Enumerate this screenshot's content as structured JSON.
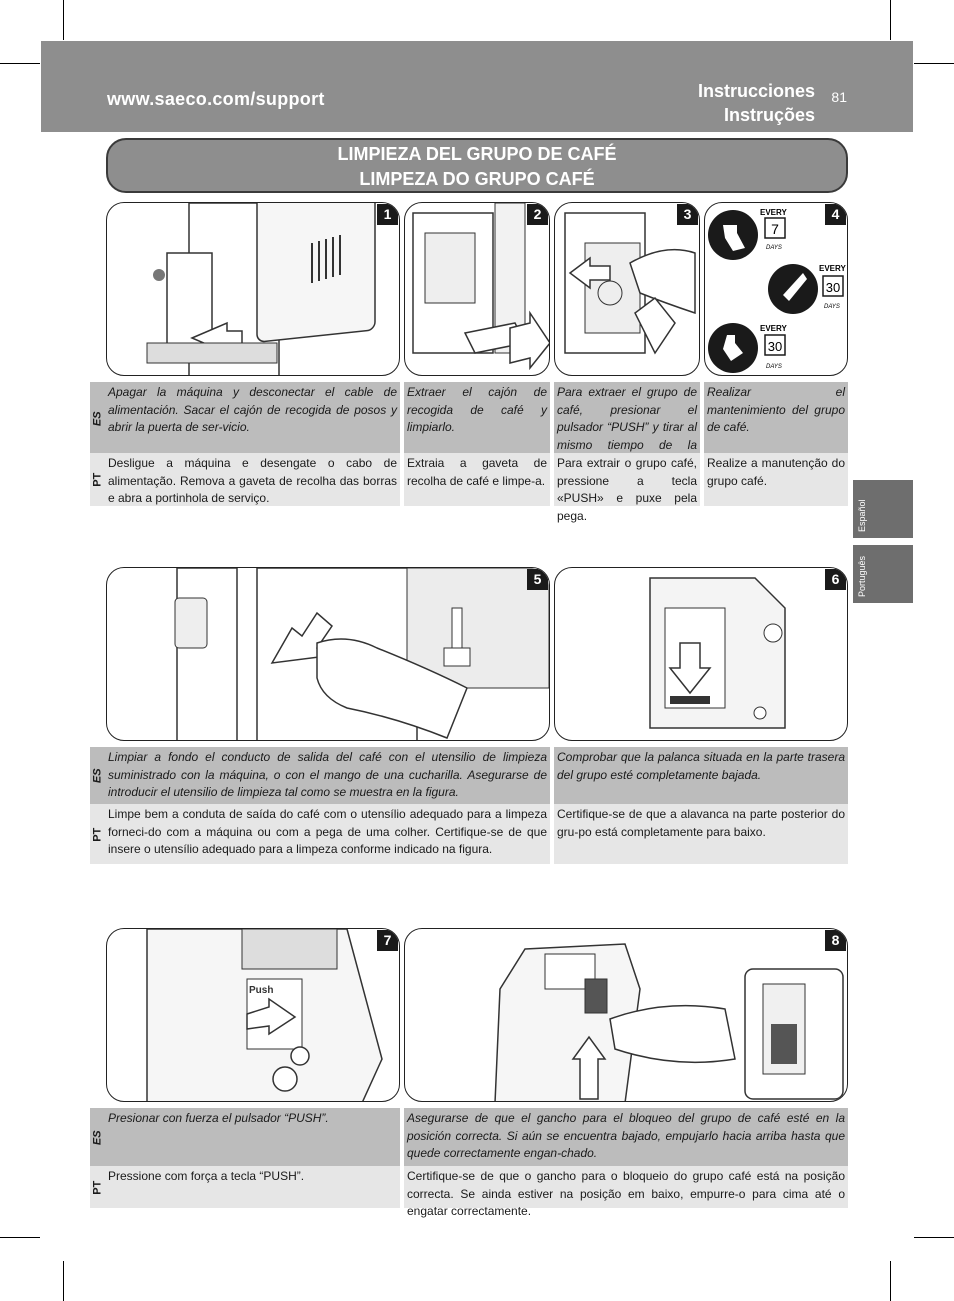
{
  "header": {
    "url": "www.saeco.com/support",
    "title_es": "Instrucciones",
    "title_pt": "Instruções",
    "page_number": "81"
  },
  "section": {
    "title_es": "LIMPIEZA DEL GRUPO DE CAFÉ",
    "title_pt": "LIMPEZA DO GRUPO CAFÉ"
  },
  "language_labels": {
    "es": "ES",
    "pt": "PT"
  },
  "side_tabs": {
    "es": "Español",
    "pt": "Português"
  },
  "maintenance_icons": {
    "every_label": "EVERY",
    "days_label": "DAYS",
    "interval_1": "7",
    "interval_2": "30",
    "interval_3": "30"
  },
  "steps": [
    {
      "number": "1",
      "es": "Apagar la máquina y desconectar el cable de alimentación. Sacar el cajón de recogida de posos y abrir la puerta de ser-vicio.",
      "pt": "Desligue a máquina e desengate o cabo de alimentação. Remova a gaveta de recolha das borras e abra a portinhola de serviço."
    },
    {
      "number": "2",
      "es": "Extraer el cajón de recogida de café y limpiarlo.",
      "pt": "Extraia a gaveta de recolha de café e limpe-a."
    },
    {
      "number": "3",
      "es": "Para extraer el grupo de café, presionar el pulsador “PUSH” y tirar al mismo tiempo de la empuñadura.",
      "pt": "Para extrair o grupo café, pressione a tecla «PUSH» e puxe pela pega."
    },
    {
      "number": "4",
      "es": "Realizar el mantenimiento del grupo de café.",
      "pt": "Realize a manutenção do grupo café."
    },
    {
      "number": "5",
      "es": "Limpiar a fondo el conducto de salida del café con el utensilio de limpieza suministrado con la máquina, o con el mango de una cucharilla. Asegurarse de introducir el utensilio de limpieza tal como se muestra en la figura.",
      "pt": "Limpe bem a conduta de saída do café com o utensílio adequado para a limpeza forneci-do com a máquina ou com a pega de uma colher. Certifique-se de que insere o utensílio adequado para a limpeza conforme indicado na figura."
    },
    {
      "number": "6",
      "es": "Comprobar que la palanca situada en la parte trasera del grupo esté completamente bajada.",
      "pt": "Certifique-se de que a alavanca na parte posterior do gru-po está completamente para baixo."
    },
    {
      "number": "7",
      "es": "Presionar con fuerza el pulsador “PUSH”.",
      "pt": "Pressione com força a tecla “PUSH”."
    },
    {
      "number": "8",
      "es": "Asegurarse de que el gancho para el bloqueo del grupo de café esté en la posición correcta. Si aún se encuentra bajado, empujarlo hacia arriba hasta que quede correctamente engan-chado.",
      "pt": "Certifique-se de que o gancho para o bloqueio do grupo café está na posição correcta. Se ainda estiver na posição em baixo, empurre-o para cima até o engatar correctamente."
    }
  ],
  "illustration_text": {
    "push_label": "Push"
  }
}
